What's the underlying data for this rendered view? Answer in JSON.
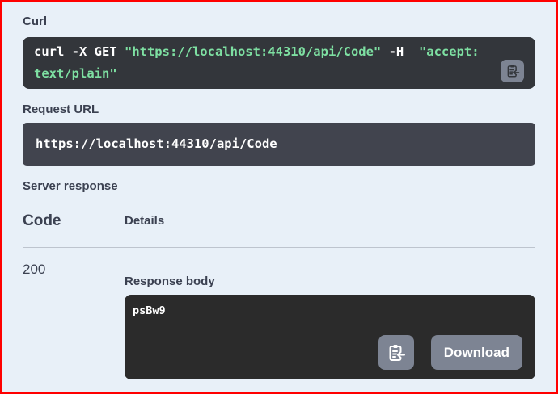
{
  "curl": {
    "heading": "Curl",
    "tokens": [
      {
        "type": "plain",
        "text": "curl -X GET "
      },
      {
        "type": "string",
        "text": "\"https://localhost:44310/api/Code\""
      },
      {
        "type": "plain",
        "text": " -H  "
      },
      {
        "type": "string",
        "text": "\"accept: text/plain\""
      }
    ]
  },
  "request_url": {
    "heading": "Request URL",
    "value": "https://localhost:44310/api/Code"
  },
  "server_response": {
    "heading": "Server response",
    "table": {
      "code_header": "Code",
      "details_header": "Details"
    },
    "row": {
      "code": "200",
      "response_body_label": "Response body",
      "response_body": "psBw9",
      "download_label": "Download"
    }
  },
  "icons": {
    "copy_curl": "clipboard-copy-icon",
    "copy_response": "clipboard-copy-icon"
  },
  "colors": {
    "page_background": "#e8f0f8",
    "frame_border": "#ff0000",
    "curl_block": "#33363b",
    "request_url_block": "#41444e",
    "response_block": "#2b2b2b",
    "button_gray": "#7d8493",
    "string_green": "#7ee0a2",
    "text_dark": "#3b4151"
  }
}
